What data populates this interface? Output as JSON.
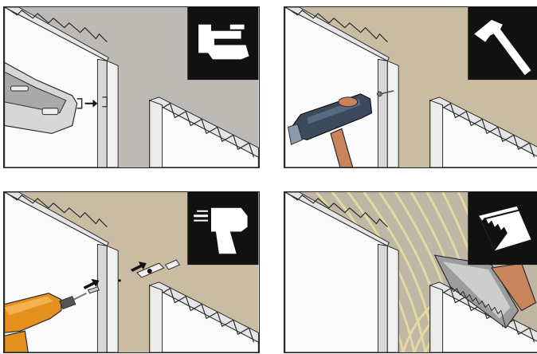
{
  "panels": [
    {
      "method": "stapling",
      "tool": "stapler-icon",
      "wall": "#bdb9b4"
    },
    {
      "method": "nailing",
      "tool": "hammer-icon",
      "wall": "#c9bca3"
    },
    {
      "method": "screwing",
      "tool": "drill-icon",
      "wall": "#c9bca3"
    },
    {
      "method": "gluing",
      "tool": "notched-trowel-icon",
      "wall": "#bfb6a4"
    }
  ],
  "colors": {
    "panel_face": "#fbfbfb",
    "panel_edge": "#2b2b2b",
    "icon_bg": "#111111",
    "drill_orange": "#e3901f",
    "hammer_head": "#3b4a5c",
    "wood": "#c8845a",
    "glue_stripes": "#e4d9a3"
  }
}
